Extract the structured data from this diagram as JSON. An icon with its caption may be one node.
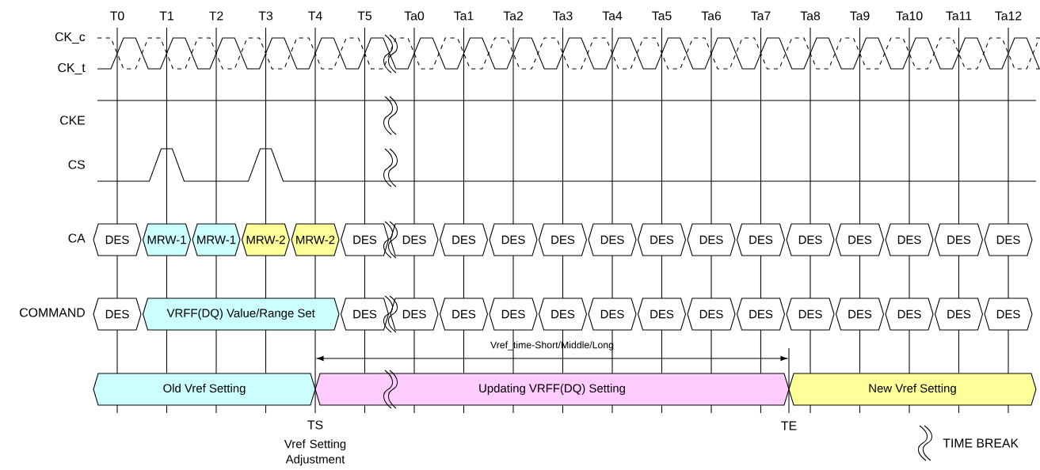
{
  "diagram": {
    "nodes": [
      {
        "text": [
          "DES"
        ]
      },
      {
        "text": [
          "MRW-1"
        ]
      },
      {
        "text": [
          "MRW-1"
        ]
      },
      {
        "text": [
          "MRW-2"
        ]
      },
      {
        "text": [
          "MRW-2"
        ]
      },
      {
        "text": [
          "DES"
        ]
      },
      {
        "text": [
          "DES"
        ]
      },
      {
        "text": [
          "DES"
        ]
      },
      {
        "text": [
          "DES"
        ]
      },
      {
        "text": [
          "DES"
        ]
      },
      {
        "text": [
          "DES"
        ]
      },
      {
        "text": [
          "DES"
        ]
      },
      {
        "text": [
          "DES"
        ]
      },
      {
        "text": [
          "DES"
        ]
      },
      {
        "text": [
          "DES"
        ]
      },
      {
        "text": [
          "DES"
        ]
      },
      {
        "text": [
          "DES"
        ]
      },
      {
        "text": [
          "DES"
        ]
      },
      {
        "text": [
          "DES"
        ]
      },
      {
        "text": [
          "DES"
        ]
      },
      {
        "text": [
          "VRFF(DQ) Value/Range Set"
        ]
      },
      {
        "text": [
          "DES"
        ]
      },
      {
        "text": [
          "DES"
        ]
      },
      {
        "text": [
          "DES"
        ]
      },
      {
        "text": [
          "DES"
        ]
      },
      {
        "text": [
          "DES"
        ]
      },
      {
        "text": [
          "DES"
        ]
      },
      {
        "text": [
          "DES"
        ]
      },
      {
        "text": [
          "DES"
        ]
      },
      {
        "text": [
          "DES"
        ]
      },
      {
        "text": [
          "DES"
        ]
      },
      {
        "text": [
          "DES"
        ]
      },
      {
        "text": [
          "DES"
        ]
      },
      {
        "text": [
          "DES"
        ]
      },
      {
        "text": [
          "DES"
        ]
      },
      {
        "text": [
          "Old Vref Setting"
        ]
      },
      {
        "text": [
          "Updating VRFF(DQ) Setting"
        ]
      },
      {
        "text": [
          "New Vref Setting"
        ]
      }
    ],
    "labels": [
      "T0",
      "T1",
      "T2",
      "T3",
      "T4",
      "T5",
      "Ta0",
      "Ta1",
      "Ta2",
      "Ta3",
      "Ta4",
      "Ta5",
      "Ta6",
      "Ta7",
      "Ta8",
      "Ta9",
      "Ta10",
      "Ta11",
      "Ta12",
      "CK_c",
      "CK_t",
      "CKE",
      "CS",
      "CA",
      "COMMAND",
      "Vref_time-Short/Middle/Long",
      "TS",
      "Vref Setting Adjustment",
      "TE",
      "TIME BREAK"
    ]
  }
}
